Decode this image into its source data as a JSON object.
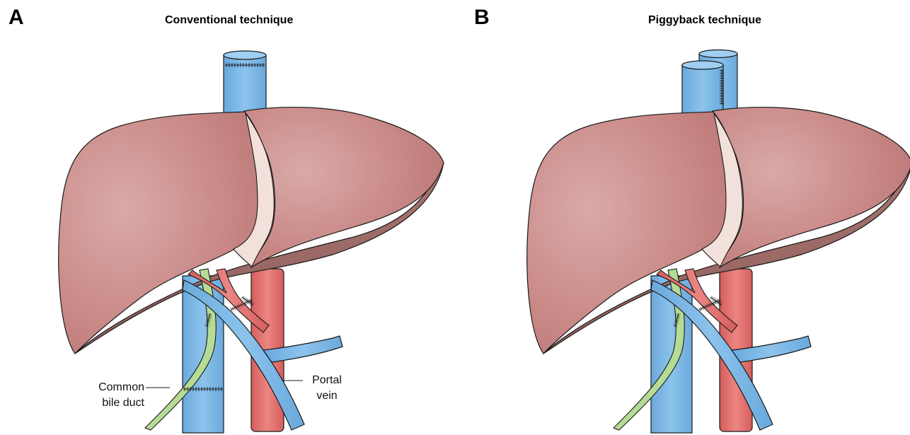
{
  "panels": [
    {
      "letter": "A",
      "title": "Conventional technique"
    },
    {
      "letter": "B",
      "title": "Piggyback technique"
    }
  ],
  "labels": {
    "bile_duct_line1": "Common",
    "bile_duct_line2": "bile duct",
    "portal_line1": "Portal",
    "portal_line2": "vein"
  },
  "colors": {
    "liver": "#c9898a",
    "liver_shadow": "#a8706d",
    "ligament": "#f3e2dd",
    "vena_cava": "#7cb6e3",
    "portal_vein": "#7cb6e3",
    "artery": "#e06e6c",
    "bile_duct": "#b7dc97"
  }
}
